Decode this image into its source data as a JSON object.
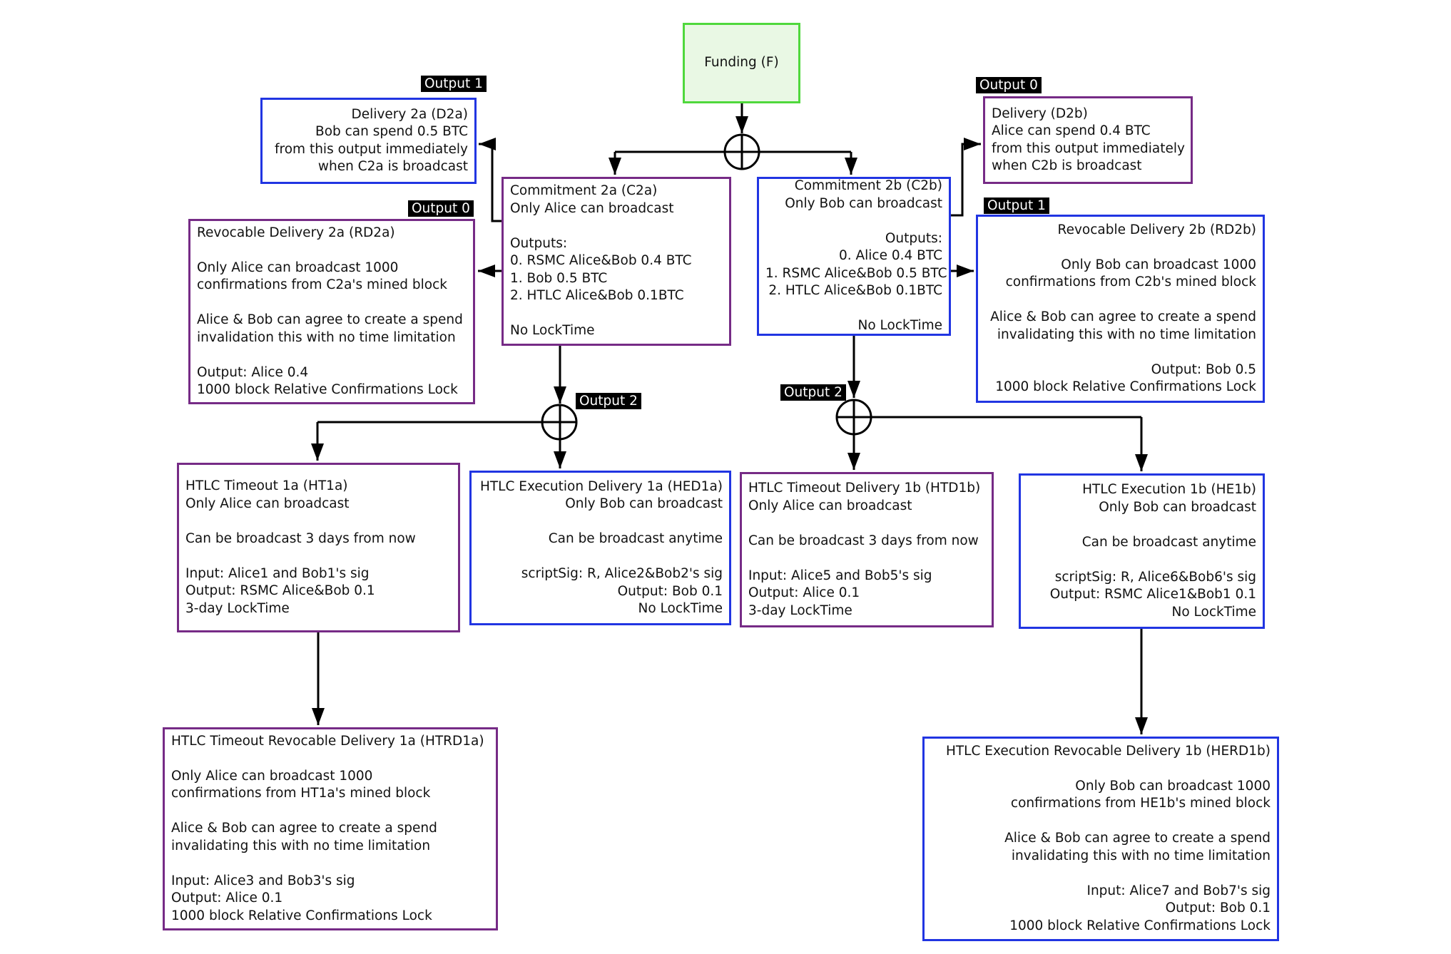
{
  "colors": {
    "funding_border": "#4fd83c",
    "funding_fill": "#e9f8e4",
    "purple_border": "#762b86",
    "blue_border": "#2135e2",
    "tag_bg": "#000000",
    "tag_text": "#ffffff"
  },
  "nodes": {
    "funding": {
      "label": "Funding (F)"
    },
    "d2a": {
      "tag": "Output 1",
      "text": "Delivery 2a (D2a)\nBob can spend 0.5 BTC\nfrom this output immediately\nwhen C2a is broadcast"
    },
    "rd2a": {
      "tag": "Output 0",
      "text": "Revocable Delivery 2a (RD2a)\n\nOnly Alice can broadcast 1000\nconfirmations from C2a's mined block\n\nAlice & Bob can agree to create a spend\ninvalidation this with no time limitation\n\nOutput: Alice 0.4\n1000 block Relative Confirmations Lock"
    },
    "c2a": {
      "text": "Commitment 2a (C2a)\nOnly Alice can broadcast\n\nOutputs:\n0. RSMC Alice&Bob 0.4 BTC\n1. Bob 0.5 BTC\n2. HTLC Alice&Bob 0.1BTC\n\nNo LockTime"
    },
    "c2b": {
      "text": "Commitment 2b (C2b)\nOnly Bob can broadcast\n\nOutputs:\n0. Alice 0.4 BTC\n1. RSMC Alice&Bob 0.5 BTC\n2. HTLC Alice&Bob 0.1BTC\n\nNo LockTime"
    },
    "d2b": {
      "tag": "Output 0",
      "text": "Delivery (D2b)\nAlice can spend 0.4 BTC\nfrom this output immediately\nwhen C2b is broadcast"
    },
    "rd2b": {
      "tag": "Output 1",
      "text": "Revocable Delivery 2b (RD2b)\n\nOnly Bob can broadcast 1000\nconfirmations from C2b's mined block\n\nAlice & Bob can agree to create a spend\ninvalidating this with no time limitation\n\nOutput: Bob 0.5\n1000 block Relative Confirmations Lock"
    },
    "ht1a": {
      "text": "HTLC Timeout 1a (HT1a)\nOnly Alice can broadcast\n\nCan be broadcast 3 days from now\n\nInput: Alice1 and Bob1's sig\nOutput: RSMC Alice&Bob 0.1\n3-day LockTime"
    },
    "hed1a": {
      "text": "HTLC Execution Delivery 1a (HED1a)\nOnly Bob can broadcast\n\nCan be broadcast anytime\n\nscriptSig: R, Alice2&Bob2's sig\nOutput: Bob 0.1\nNo LockTime"
    },
    "htd1b": {
      "text": "HTLC Timeout Delivery 1b (HTD1b)\nOnly Alice can broadcast\n\nCan be broadcast 3 days from now\n\nInput: Alice5 and Bob5's sig\nOutput: Alice 0.1\n3-day LockTime"
    },
    "he1b": {
      "text": "HTLC Execution 1b (HE1b)\nOnly Bob can broadcast\n\nCan be broadcast anytime\n\nscriptSig: R, Alice6&Bob6's sig\nOutput: RSMC Alice1&Bob1 0.1\nNo LockTime"
    },
    "htrd1a": {
      "text": "HTLC Timeout Revocable Delivery 1a (HTRD1a)\n\nOnly Alice can broadcast 1000\nconfirmations from HT1a's mined block\n\nAlice & Bob can agree to create a spend\ninvalidating this with no time limitation\n\nInput: Alice3 and Bob3's sig\nOutput: Alice 0.1\n1000 block Relative Confirmations Lock"
    },
    "herd1b": {
      "text": "HTLC Execution Revocable Delivery 1b (HERD1b)\n\nOnly Bob can broadcast 1000\nconfirmations from HE1b's mined block\n\nAlice & Bob can agree to create a spend\ninvalidating this with no time limitation\n\nInput: Alice7 and Bob7's sig\nOutput: Bob 0.1\n1000 block Relative Confirmations Lock"
    }
  },
  "junction_tags": {
    "c2a_output2": "Output 2",
    "c2b_output2": "Output 2"
  }
}
